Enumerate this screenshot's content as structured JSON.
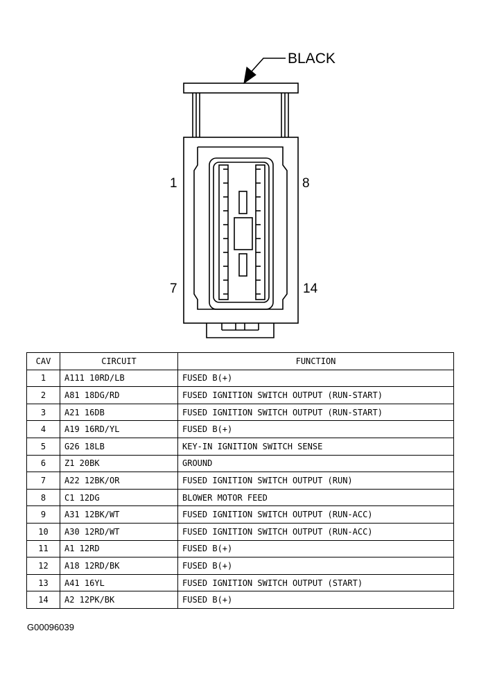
{
  "connector": {
    "color_label": "BLACK",
    "cavity_labels": {
      "top_left": "1",
      "top_right": "8",
      "bottom_left": "7",
      "bottom_right": "14"
    }
  },
  "table": {
    "headers": {
      "cav": "CAV",
      "circuit": "CIRCUIT",
      "function": "FUNCTION"
    },
    "rows": [
      {
        "cav": "1",
        "circuit": "A111 10RD/LB",
        "function": "FUSED B(+)"
      },
      {
        "cav": "2",
        "circuit": "A81 18DG/RD",
        "function": "FUSED IGNITION SWITCH OUTPUT (RUN-START)"
      },
      {
        "cav": "3",
        "circuit": "A21 16DB",
        "function": "FUSED IGNITION SWITCH OUTPUT (RUN-START)"
      },
      {
        "cav": "4",
        "circuit": "A19 16RD/YL",
        "function": "FUSED B(+)"
      },
      {
        "cav": "5",
        "circuit": "G26 18LB",
        "function": "KEY-IN IGNITION SWITCH SENSE"
      },
      {
        "cav": "6",
        "circuit": "Z1 20BK",
        "function": "GROUND"
      },
      {
        "cav": "7",
        "circuit": "A22 12BK/OR",
        "function": "FUSED IGNITION SWITCH OUTPUT (RUN)"
      },
      {
        "cav": "8",
        "circuit": "C1 12DG",
        "function": "BLOWER MOTOR FEED"
      },
      {
        "cav": "9",
        "circuit": "A31 12BK/WT",
        "function": "FUSED IGNITION SWITCH OUTPUT (RUN-ACC)"
      },
      {
        "cav": "10",
        "circuit": "A30 12RD/WT",
        "function": "FUSED IGNITION SWITCH OUTPUT (RUN-ACC)"
      },
      {
        "cav": "11",
        "circuit": "A1 12RD",
        "function": "FUSED B(+)"
      },
      {
        "cav": "12",
        "circuit": "A18 12RD/BK",
        "function": "FUSED B(+)"
      },
      {
        "cav": "13",
        "circuit": "A41 16YL",
        "function": "FUSED IGNITION SWITCH OUTPUT (START)"
      },
      {
        "cav": "14",
        "circuit": "A2 12PK/BK",
        "function": "FUSED B(+)"
      }
    ]
  },
  "figure_id": "G00096039"
}
